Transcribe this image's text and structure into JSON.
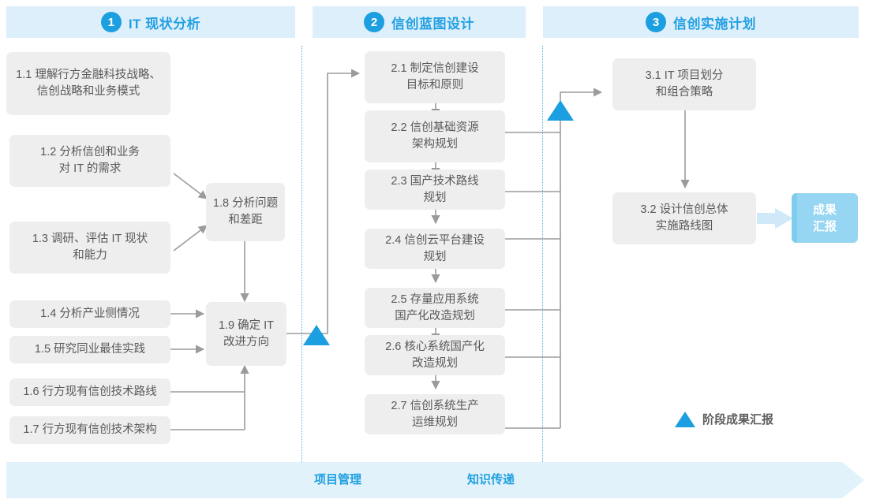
{
  "colors": {
    "accent": "#1c9fe0",
    "band": "#ddeffb",
    "band_bottom": "#e2f2fb",
    "box_fill": "#eeeeee",
    "box_text": "#595959",
    "deliverable_fill": "#96d6f2",
    "connector": "#9b9b9b",
    "divider": "#4cb4e7"
  },
  "phases": [
    {
      "number": "1",
      "title": "IT 现状分析"
    },
    {
      "number": "2",
      "title": "信创蓝图设计"
    },
    {
      "number": "3",
      "title": "信创实施计划"
    }
  ],
  "phase1": {
    "inputs": [
      {
        "id": "1.1",
        "label": "1.1 理解行方金融科技战略、\n信创战略和业务模式"
      },
      {
        "id": "1.2",
        "label": "1.2 分析信创和业务\n对 IT 的需求"
      },
      {
        "id": "1.3",
        "label": "1.3 调研、评估 IT 现状\n和能力"
      },
      {
        "id": "1.4",
        "label": "1.4 分析产业侧情况"
      },
      {
        "id": "1.5",
        "label": "1.5 研究同业最佳实践"
      },
      {
        "id": "1.6",
        "label": "1.6 行方现有信创技术路线"
      },
      {
        "id": "1.7",
        "label": "1.7 行方现有信创技术架构"
      }
    ],
    "synthesis": [
      {
        "id": "1.8",
        "label": "1.8 分析问题\n和差距"
      },
      {
        "id": "1.9",
        "label": "1.9 确定 IT\n改进方向"
      }
    ]
  },
  "phase2": {
    "steps": [
      {
        "id": "2.1",
        "label": "2.1 制定信创建设\n目标和原则"
      },
      {
        "id": "2.2",
        "label": "2.2 信创基础资源\n架构规划"
      },
      {
        "id": "2.3",
        "label": "2.3 国产技术路线\n规划"
      },
      {
        "id": "2.4",
        "label": "2.4 信创云平台建设\n规划"
      },
      {
        "id": "2.5",
        "label": "2.5 存量应用系统\n国产化改造规划"
      },
      {
        "id": "2.6",
        "label": "2.6 核心系统国产化\n改造规划"
      },
      {
        "id": "2.7",
        "label": "2.7 信创系统生产\n运维规划"
      }
    ]
  },
  "phase3": {
    "steps": [
      {
        "id": "3.1",
        "label": "3.1 IT 项目划分\n和组合策略"
      },
      {
        "id": "3.2",
        "label": "3.2 设计信创总体\n实施路线图"
      }
    ],
    "deliverable": {
      "label": "成果\n汇报"
    }
  },
  "legend": {
    "icon": "milestone-triangle-icon",
    "label": "阶段成果汇报"
  },
  "bottom": {
    "labels": [
      "项目管理",
      "知识传递"
    ]
  }
}
